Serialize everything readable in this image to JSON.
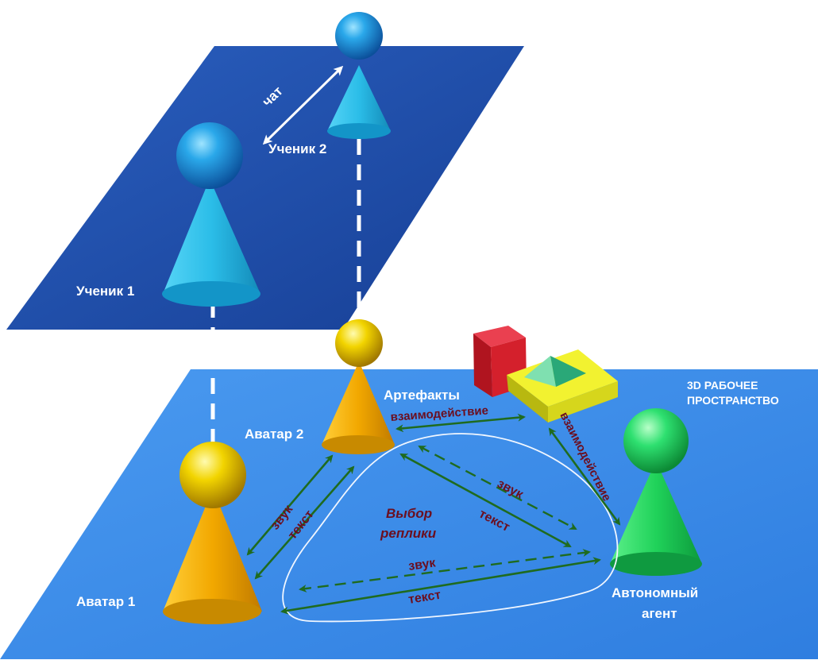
{
  "upper_plane": {
    "chat_label": "чат",
    "student1_label": "Ученик 1",
    "student2_label": "Ученик 2"
  },
  "lower_plane": {
    "workspace_label_line1": "3D РАБОЧЕЕ",
    "workspace_label_line2": "ПРОСТРАНСТВО",
    "avatar1_label": "Аватар 1",
    "avatar2_label": "Аватар 2",
    "artifacts_label": "Артефакты",
    "agent_label_line1": "Автономный",
    "agent_label_line2": "агент",
    "interaction_top": "взаимодействие",
    "interaction_right": "взаимодействие",
    "selection_line1": "Выбор",
    "selection_line2": "реплики",
    "a1a2_sound": "звук",
    "a1a2_text": "текст",
    "a2agent_sound": "звук",
    "a2agent_text": "текст",
    "a1agent_sound": "звук",
    "a1agent_text": "текст"
  },
  "colors": {
    "upper_plane": "#1f4fa8",
    "lower_plane": "#3d8eea",
    "student": "#2bb6e6",
    "avatar": "#f2b400",
    "agent": "#1fd25a",
    "arrow": "#1f6b1f",
    "cube": "#d4202c",
    "platform": "#e6e62a",
    "pyramid": "#39c28a"
  }
}
